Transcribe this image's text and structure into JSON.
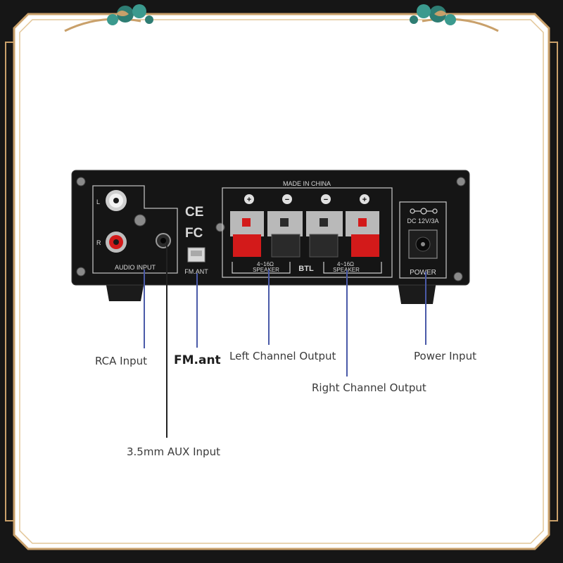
{
  "panel": {
    "made_in": "MADE IN CHINA",
    "audio_input_label": "AUDIO INPUT",
    "channel_l": "L",
    "channel_r": "R",
    "ce_mark": "CE",
    "fc_mark": "FC",
    "fm_ant_label": "FM.ANT",
    "speaker_label_left": "SPEAKER",
    "speaker_label_right": "SPEAKER",
    "impedance_left": "4~16Ω",
    "impedance_right": "4~16Ω",
    "btl_label": "BTL",
    "dc_rating": "DC 12V/3A",
    "power_label": "POWER",
    "terminal_polarity": [
      "+",
      "−",
      "−",
      "+"
    ]
  },
  "callouts": {
    "rca_input": "RCA Input",
    "fm_ant": "FM.ant",
    "left_channel": "Left Channel Output",
    "power_input": "Power Input",
    "right_channel": "Right Channel Output",
    "aux_input": "3.5mm AUX Input"
  },
  "colors": {
    "frame_outer": "#151515",
    "frame_gold": "#c9a06a",
    "device_body": "#151515",
    "terminal_red": "#d31a1a",
    "callout_line": "#4a5aa8",
    "ornament_teal": "#2e7d73"
  }
}
